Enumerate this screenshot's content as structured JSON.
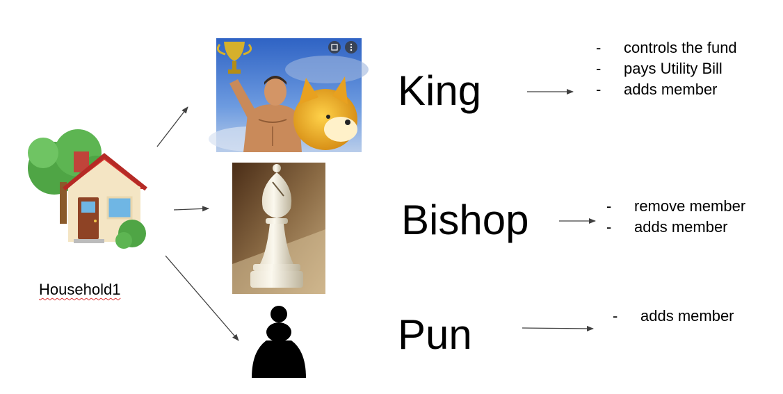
{
  "household": {
    "label": "Household1",
    "icon": "house-with-garden-icon"
  },
  "roles": [
    {
      "id": "king",
      "name": "King",
      "image": "trophy-man-with-shiba-dog-image",
      "duties": [
        "controls the fund",
        "pays Utility Bill",
        "adds member"
      ]
    },
    {
      "id": "bishop",
      "name": "Bishop",
      "image": "white-bishop-chess-piece-image",
      "duties": [
        "remove member",
        "adds member"
      ]
    },
    {
      "id": "pun",
      "name": "Pun",
      "image": "black-pawn-chess-piece-icon",
      "duties": [
        "adds member"
      ]
    }
  ],
  "bullet_marker": "-",
  "colors": {
    "arrow": "#404040",
    "text": "#000000",
    "spellcheck_underline": "#dd3333"
  }
}
